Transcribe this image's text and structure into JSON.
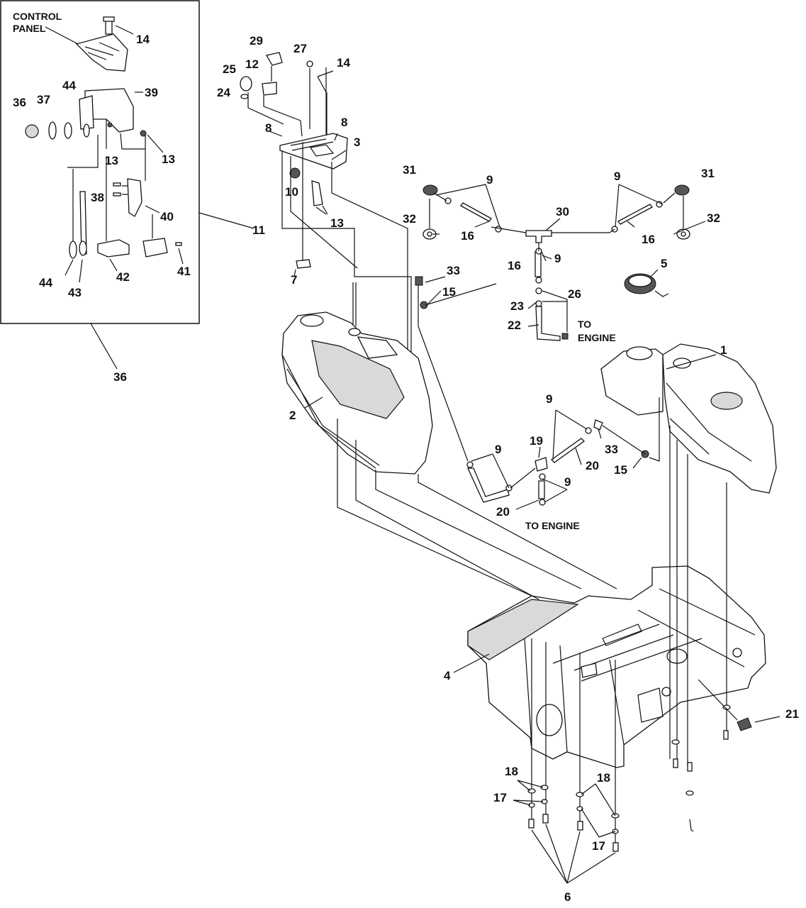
{
  "notes": {
    "control_panel": "CONTROL\nPANEL",
    "to_engine_upper": "TO\nENGINE",
    "to_engine_lower": "TO ENGINE"
  },
  "callouts": {
    "c14a": "14",
    "c36a": "36",
    "c37": "37",
    "c44a": "44",
    "c39": "39",
    "c13a": "13",
    "c13b": "13",
    "c38": "38",
    "c40": "40",
    "c44b": "44",
    "c43": "43",
    "c42": "42",
    "c41": "41",
    "c36b": "36",
    "c29": "29",
    "c27": "27",
    "c14b": "14",
    "c25": "25",
    "c12": "12",
    "c24": "24",
    "c8a": "8",
    "c8b": "8",
    "c3": "3",
    "c10": "10",
    "c11": "11",
    "c13c": "13",
    "c7": "7",
    "c31a": "31",
    "c9a": "9",
    "c9b": "9",
    "c31b": "31",
    "c30": "30",
    "c32a": "32",
    "c16a": "16",
    "c16b": "16",
    "c32b": "32",
    "c16c": "16",
    "c9c": "9",
    "c5": "5",
    "c33a": "33",
    "c15a": "15",
    "c26": "26",
    "c23": "23",
    "c22": "22",
    "c1": "1",
    "c2": "2",
    "c9d": "9",
    "c19": "19",
    "c33b": "33",
    "c9e": "9",
    "c20a": "20",
    "c15b": "15",
    "c9f": "9",
    "c20b": "20",
    "c4": "4",
    "c21": "21",
    "c18a": "18",
    "c17a": "17",
    "c18b": "18",
    "c17b": "17",
    "c6": "6"
  }
}
